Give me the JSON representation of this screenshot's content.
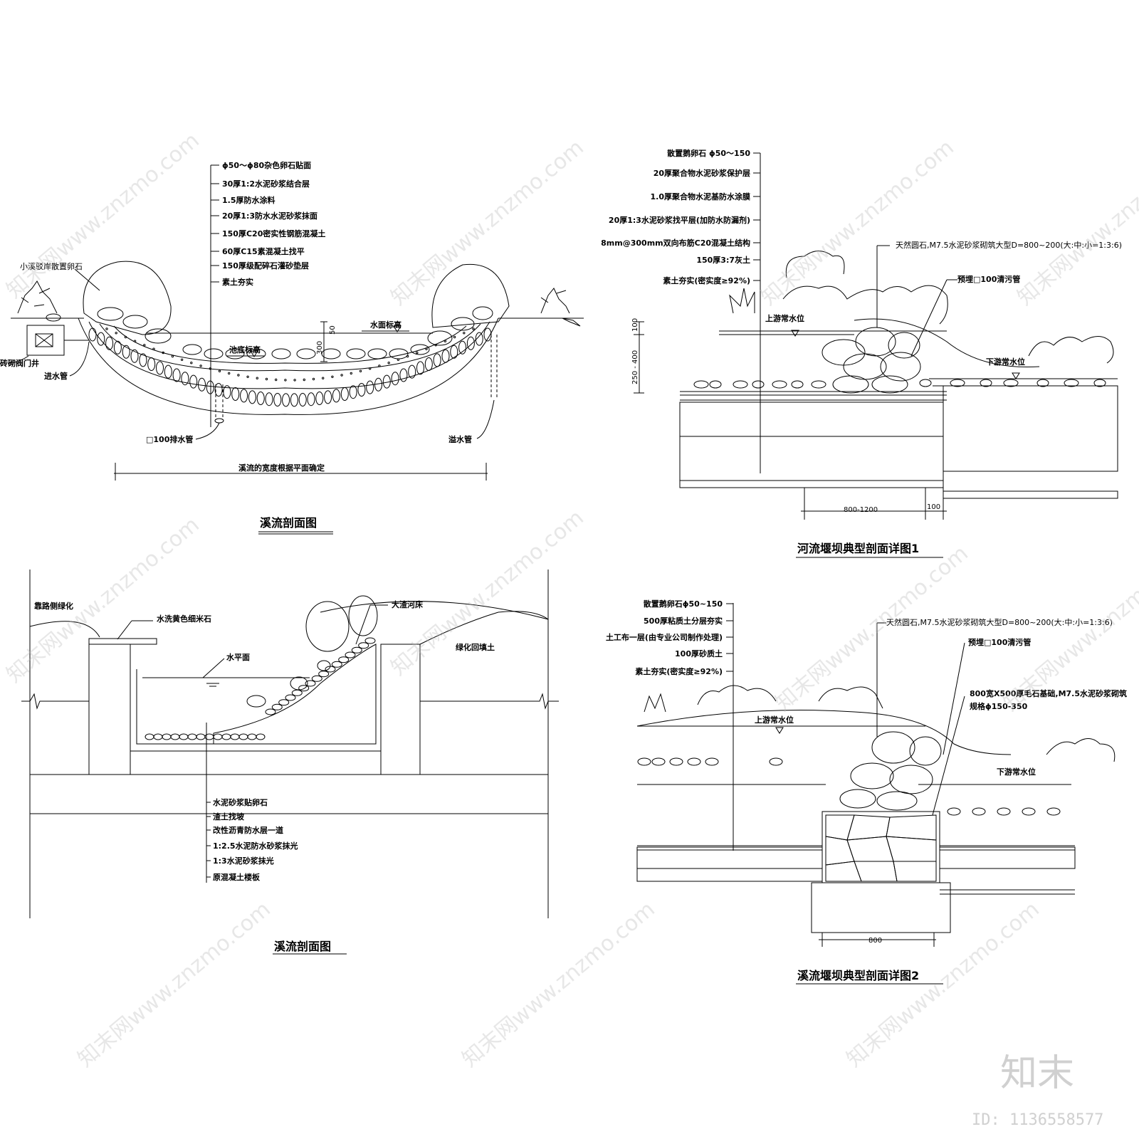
{
  "panel1": {
    "layers": [
      "ϕ50～ϕ80杂色卵石贴面",
      "30厚1:2水泥砂浆结合层",
      "1.5厚防水涂料",
      "20厚1:3防水水泥砂浆抹面",
      "150厚C20密实性钢筋混凝土",
      "60厚C15素混凝土找平",
      "150厚级配碎石灌砂垫层",
      "素土夯实"
    ],
    "bank_label": "小溪驳岸散置卵石",
    "valve_label": "砖砌阀门井",
    "inlet_label": "进水管",
    "water_level": "水面标高",
    "bottom_level": "池底标高",
    "dim_300": "300",
    "dim_50": "50",
    "drain_label": "□100排水管",
    "overflow_label": "溢水管",
    "width_note": "溪流的宽度根据平面确定",
    "title": "溪流剖面图"
  },
  "panel2": {
    "layers": [
      "散置鹅卵石 ϕ50～150",
      "20厚聚合物水泥砂浆保护层",
      "1.0厚聚合物水泥基防水涂膜",
      "20厚1:3水泥砂浆找平层(加防水防漏剂)",
      "8mm@300mm双向布筋C20混凝土结构",
      "150厚3:7灰土",
      "素土夯实(密实度≥92%)"
    ],
    "stone_label": "天然圆石,M7.5水泥砂浆砌筑大型D=800~200(大:中:小=1:3:6)",
    "pipe_label": "预埋□100清污管",
    "upstream": "上游常水位",
    "downstream": "下游常水位",
    "dim_100": "100",
    "dim_range": "250 - 400",
    "dim_width": "800-1200",
    "dim_100b": "100",
    "title": "河流堰坝典型剖面详图1"
  },
  "panel3": {
    "roadside": "靠路侧绿化",
    "gravel": "水洗黄色细米石",
    "riverbed": "大渣河床",
    "water_surface": "水平面",
    "backfill": "绿化回填土",
    "layers": [
      "水泥砂浆贴卵石",
      "渣土找坡",
      "改性沥青防水层一道",
      "1:2.5水泥防水砂浆抹光",
      "1:3水泥砂浆抹光",
      "原混凝土楼板"
    ],
    "title": "溪流剖面图"
  },
  "panel4": {
    "layers": [
      "散置鹅卵石ϕ50~150",
      "500厚粘质土分层夯实",
      "土工布一层(由专业公司制作处理)",
      "100厚砂质土",
      "素土夯实(密实度≥92%)"
    ],
    "stone_label": "天然圆石,M7.5水泥砂浆砌筑大型D=800~200(大:中:小=1:3:6)",
    "pipe_label": "预埋□100清污管",
    "found_label_1": "800宽X500厚毛石基础,M7.5水泥砂浆砌筑",
    "found_label_2": "规格ϕ150-350",
    "upstream": "上游常水位",
    "downstream": "下游常水位",
    "dim_800": "800",
    "title": "溪流堰坝典型剖面详图2"
  },
  "watermark": {
    "text": "知末网www.znzmo.com",
    "logo": "知末",
    "id": "ID: 1136558577"
  }
}
